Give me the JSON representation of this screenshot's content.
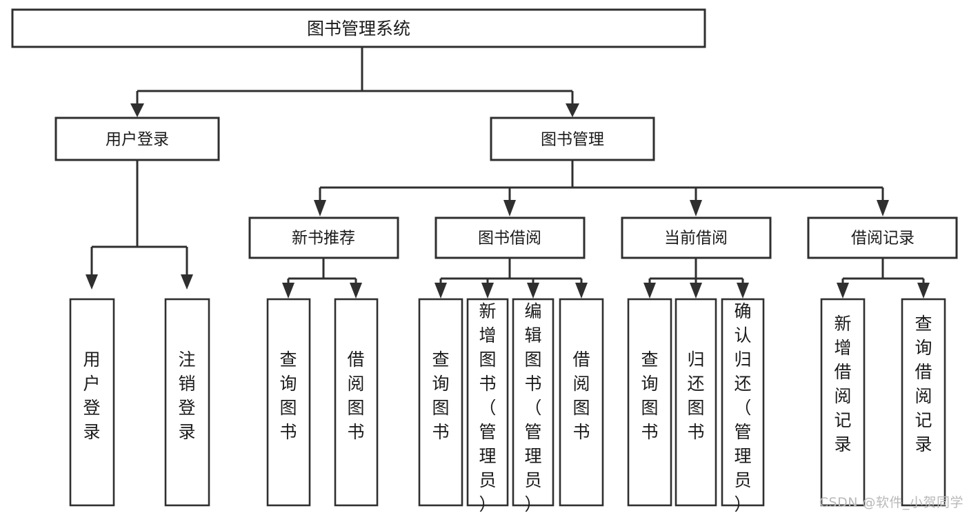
{
  "diagram": {
    "type": "tree-hierarchy-chart",
    "title": "图书管理系统",
    "watermark": "CSDN @软件_小贺同学",
    "levels": {
      "root": {
        "label": "图书管理系统"
      },
      "level2": [
        {
          "label": "用户登录"
        },
        {
          "label": "图书管理"
        }
      ],
      "level3": [
        {
          "label": "新书推荐"
        },
        {
          "label": "图书借阅"
        },
        {
          "label": "当前借阅"
        },
        {
          "label": "借阅记录"
        }
      ],
      "leaves": {
        "user_login": [
          {
            "label": "用户登录"
          },
          {
            "label": "注销登录"
          }
        ],
        "new_book_recommend": [
          {
            "label": "查询图书"
          },
          {
            "label": "借阅图书"
          }
        ],
        "book_borrow": [
          {
            "label": "查询图书"
          },
          {
            "label": "新增图书（管理员）"
          },
          {
            "label": "编辑图书（管理员）"
          },
          {
            "label": "借阅图书"
          }
        ],
        "current_borrow": [
          {
            "label": "查询图书"
          },
          {
            "label": "归还图书"
          },
          {
            "label": "确认归还（管理员）"
          }
        ],
        "borrow_record": [
          {
            "label": "新增借阅记录"
          },
          {
            "label": "查询借阅记录"
          }
        ]
      }
    },
    "colors": {
      "stroke": "#2f2f2f",
      "fill": "#ffffff",
      "text": "#1a1a1a",
      "watermark": "#b9b9b9"
    }
  }
}
